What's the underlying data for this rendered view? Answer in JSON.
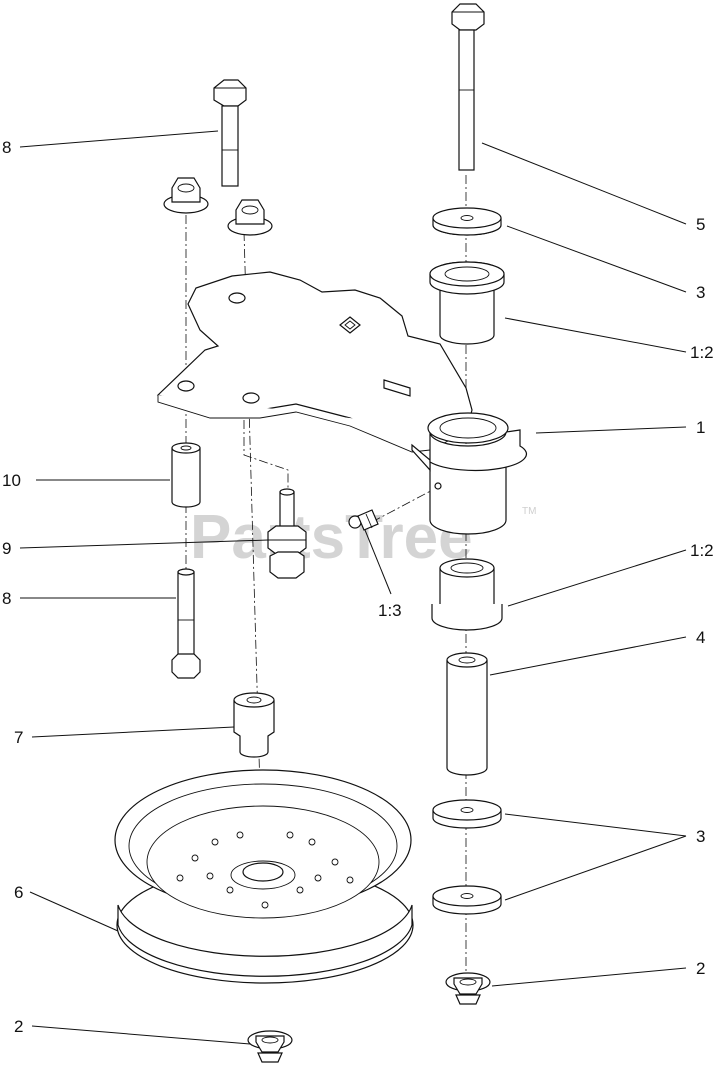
{
  "watermark": {
    "text": "PartsTree",
    "trademark": "TM"
  },
  "callouts": [
    {
      "id": "c-8-top",
      "text": "8"
    },
    {
      "id": "c-5",
      "text": "5"
    },
    {
      "id": "c-3-top",
      "text": "3"
    },
    {
      "id": "c-1-2-top",
      "text": "1:2"
    },
    {
      "id": "c-1",
      "text": "1"
    },
    {
      "id": "c-10",
      "text": "10"
    },
    {
      "id": "c-1-2-mid",
      "text": "1:2"
    },
    {
      "id": "c-9",
      "text": "9"
    },
    {
      "id": "c-1-3",
      "text": "1:3"
    },
    {
      "id": "c-8-bottom",
      "text": "8"
    },
    {
      "id": "c-4",
      "text": "4"
    },
    {
      "id": "c-7",
      "text": "7"
    },
    {
      "id": "c-3-bottom",
      "text": "3"
    },
    {
      "id": "c-6",
      "text": "6"
    },
    {
      "id": "c-2-right",
      "text": "2"
    },
    {
      "id": "c-2-left",
      "text": "2"
    }
  ]
}
